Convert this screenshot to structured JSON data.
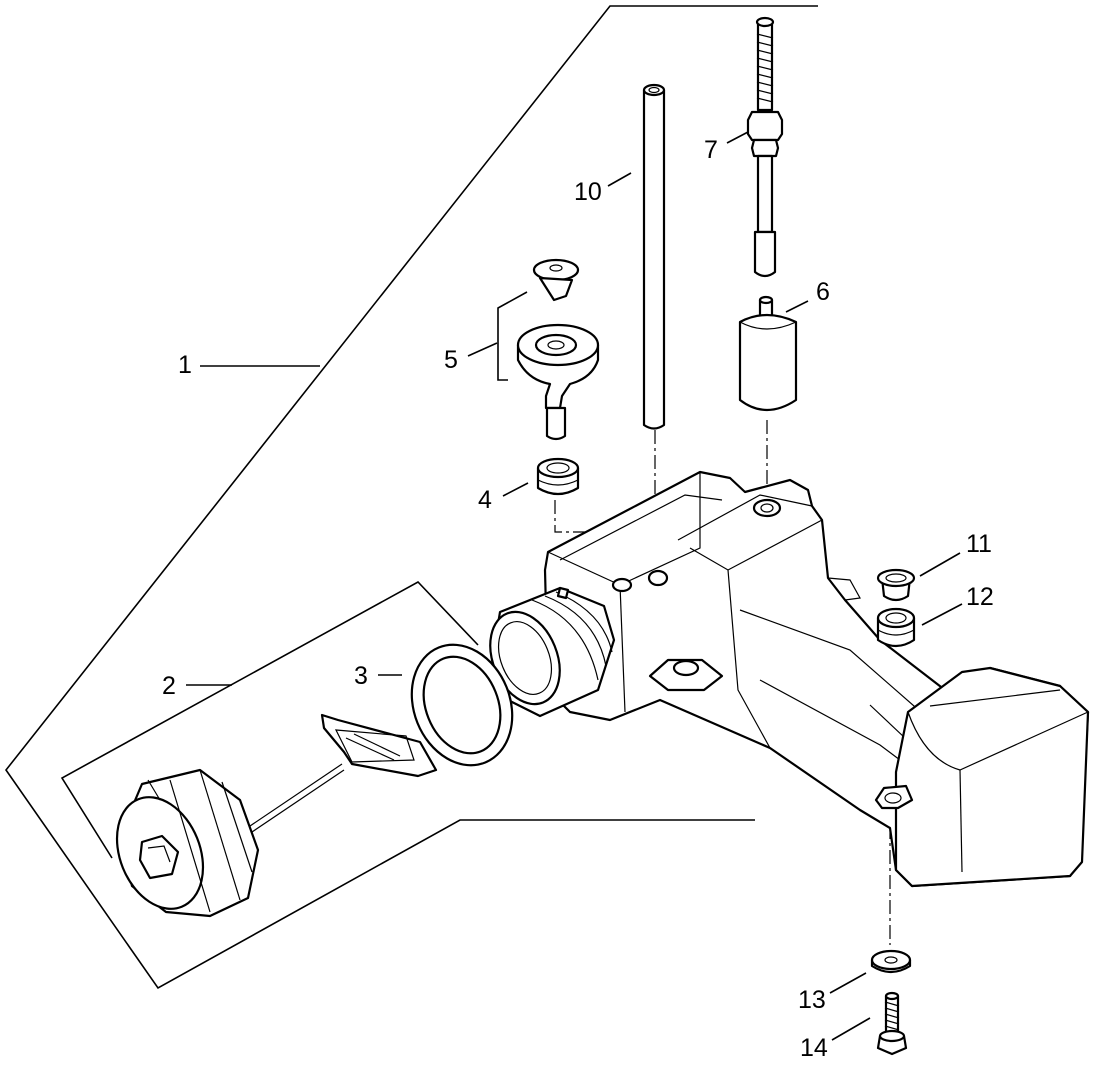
{
  "callouts": {
    "c1": "1",
    "c2": "2",
    "c3": "3",
    "c4": "4",
    "c5": "5",
    "c6": "6",
    "c7": "7",
    "c10": "10",
    "c11": "11",
    "c12": "12",
    "c13": "13",
    "c14": "14"
  },
  "colors": {
    "line": "#000000",
    "background": "#ffffff"
  }
}
